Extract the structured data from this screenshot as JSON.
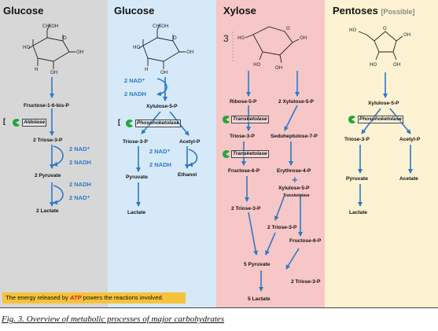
{
  "columns": [
    {
      "title": "Glucose"
    },
    {
      "title": "Glucose"
    },
    {
      "title": "Xylose"
    },
    {
      "title": "Pentoses",
      "subtitle": "[Possible]"
    }
  ],
  "col1": {
    "n1": "Fructose-1-6-bis-P",
    "enzyme": "Aldolase",
    "n2": "2 Triose-3-P",
    "nad1": "2 NAD⁺",
    "nadh1": "2 NADH",
    "n3": "2 Pyruvate",
    "nadh2": "2 NADH",
    "nad2": "2 NAD⁺",
    "n4": "2 Lactate",
    "bracket": "["
  },
  "col2": {
    "nad": "2 NAD⁺",
    "nadh": "2 NADH",
    "n1": "Xylulose-5-P",
    "enzyme": "Phosphoketolase",
    "t3p": "Triose-3-P",
    "acetyl": "Acetyl-P",
    "nad2": "2 NAD⁺",
    "nadh2": "2 NADH",
    "pyruvate": "Pyruvate",
    "ethanol": "Ethanol",
    "lactate": "Lactate",
    "bracket": "["
  },
  "col3": {
    "number": "3",
    "ribose": "Ribose-5-P",
    "xylulose": "2 Xylulose-5-P",
    "enzyme1": "Transketolase",
    "t3p": "Triose-3-P",
    "sedo": "Seduheptulose-7-P",
    "enzyme2": "Transketolase",
    "f6p": "Fructose-6-P",
    "e4p": "Erythrose-4-P",
    "plus": "+",
    "xylulose2": "Xylulose-5-P",
    "enzyme3": "Transketolase",
    "t3p2": "2 Triose-3-P",
    "t3p3": "2 Triose-3-P",
    "f6p2": "Fructose-6-P",
    "pyr": "5 Pyruvate",
    "t3p4": "2 Triose-3-P",
    "lac": "5 Lactate"
  },
  "col4": {
    "xylulose": "Xylulose-5-P",
    "enzyme": "Phosphoketolase",
    "t3p": "Triose-3-P",
    "acetyl": "Acetyl-P",
    "pyruvate": "Pyruvate",
    "acetate": "Acetate",
    "lactate": "Lactate"
  },
  "note": {
    "pre": "The energy released by ",
    "atp": "ATP",
    "post": " powers the reactions involved."
  },
  "caption": "Fig. 3. Overview of metabolic processes of major carbohydrates",
  "colors": {
    "arrow": "#2b7ac7",
    "enzyme": "#22a83c",
    "note_bg": "#f6c23a",
    "atp": "#d42020"
  }
}
